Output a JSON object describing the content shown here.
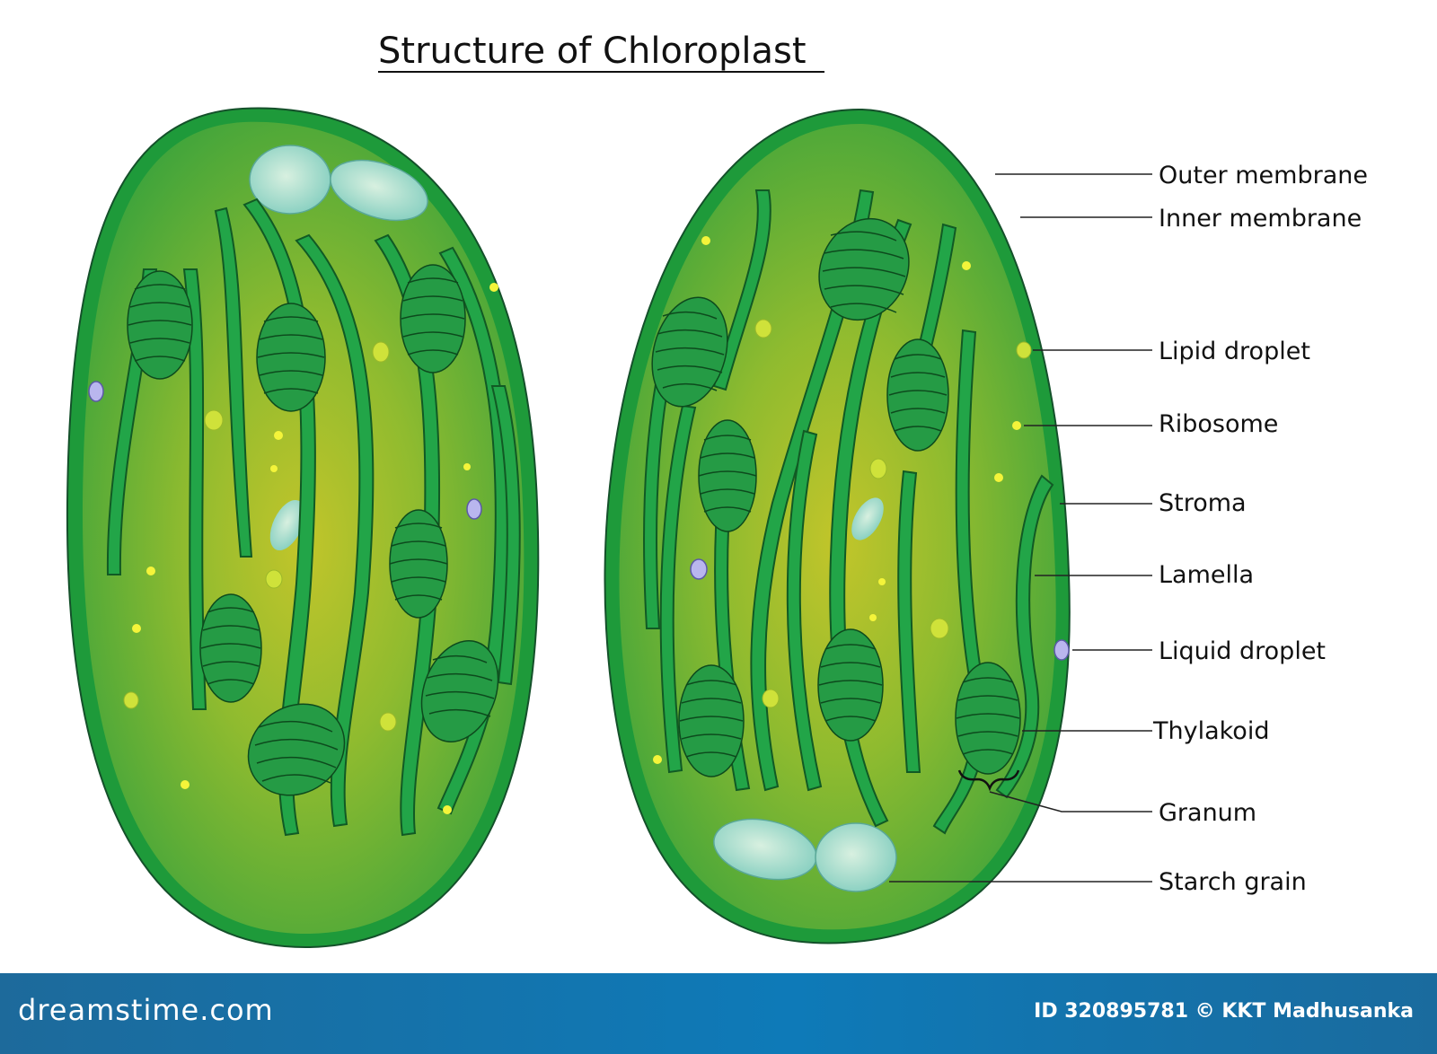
{
  "title": "Structure of Chloroplast",
  "labels": [
    {
      "text": "Outer membrane",
      "part": "outer-membrane"
    },
    {
      "text": "Inner membrane",
      "part": "inner-membrane"
    },
    {
      "text": "Lipid droplet",
      "part": "lipid-droplet"
    },
    {
      "text": "Ribosome",
      "part": "ribosome"
    },
    {
      "text": "Stroma",
      "part": "stroma"
    },
    {
      "text": "Lamella",
      "part": "lamella"
    },
    {
      "text": "Liquid droplet",
      "part": "liquid-droplet"
    },
    {
      "text": "Thylakoid",
      "part": "thylakoid"
    },
    {
      "text": "Granum",
      "part": "granum"
    },
    {
      "text": "Starch grain",
      "part": "starch-grain"
    }
  ],
  "colors": {
    "membrane": "#1e9a3a",
    "stroma_center": "#b7c42a",
    "stroma_edge": "#3aa23c",
    "lamella": "#22a548",
    "starch": "#a9dccb",
    "liquid_droplet": "#b9b6ee",
    "lipid_droplet": "#e4f03a",
    "footer": "#0e7ab8"
  },
  "watermark": {
    "brand": "dreamstime.com",
    "credit": "ID 320895781 © KKT Madhusanka"
  }
}
